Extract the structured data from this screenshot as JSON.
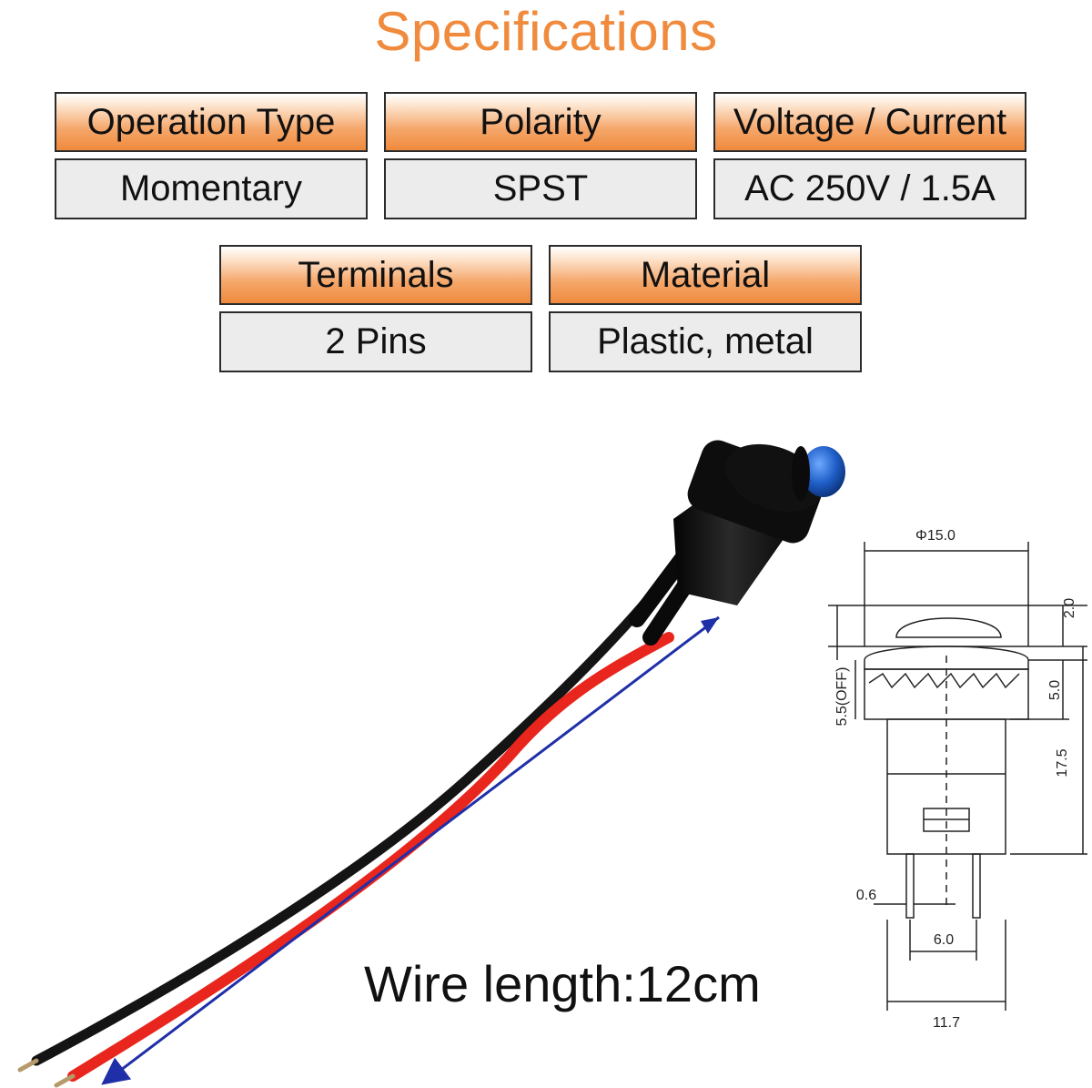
{
  "title": "Specifications",
  "specs_row1": [
    {
      "label": "Operation Type",
      "value": "Momentary"
    },
    {
      "label": "Polarity",
      "value": "SPST"
    },
    {
      "label": "Voltage / Current",
      "value": "AC 250V / 1.5A"
    }
  ],
  "specs_row2": [
    {
      "label": "Terminals",
      "value": "2 Pins"
    },
    {
      "label": "Material",
      "value": "Plastic, metal"
    }
  ],
  "wire_length_label": "Wire length:12cm",
  "drawing": {
    "diameter": "Φ15.0",
    "cap_height": "2.0",
    "off_height": "5.5(OFF)",
    "nut_height": "5.0",
    "body_height": "17.5",
    "pin_width": "0.6",
    "pin_spacing": "6.0",
    "body_width": "11.7"
  },
  "colors": {
    "title": "#f08a3c",
    "header_orange": "#ef8a3d",
    "value_gray": "#ececec",
    "arrow_blue": "#1f2fa8",
    "cap_blue": "#1f5fc8",
    "wire_red": "#e8261e",
    "wire_black": "#141414"
  }
}
